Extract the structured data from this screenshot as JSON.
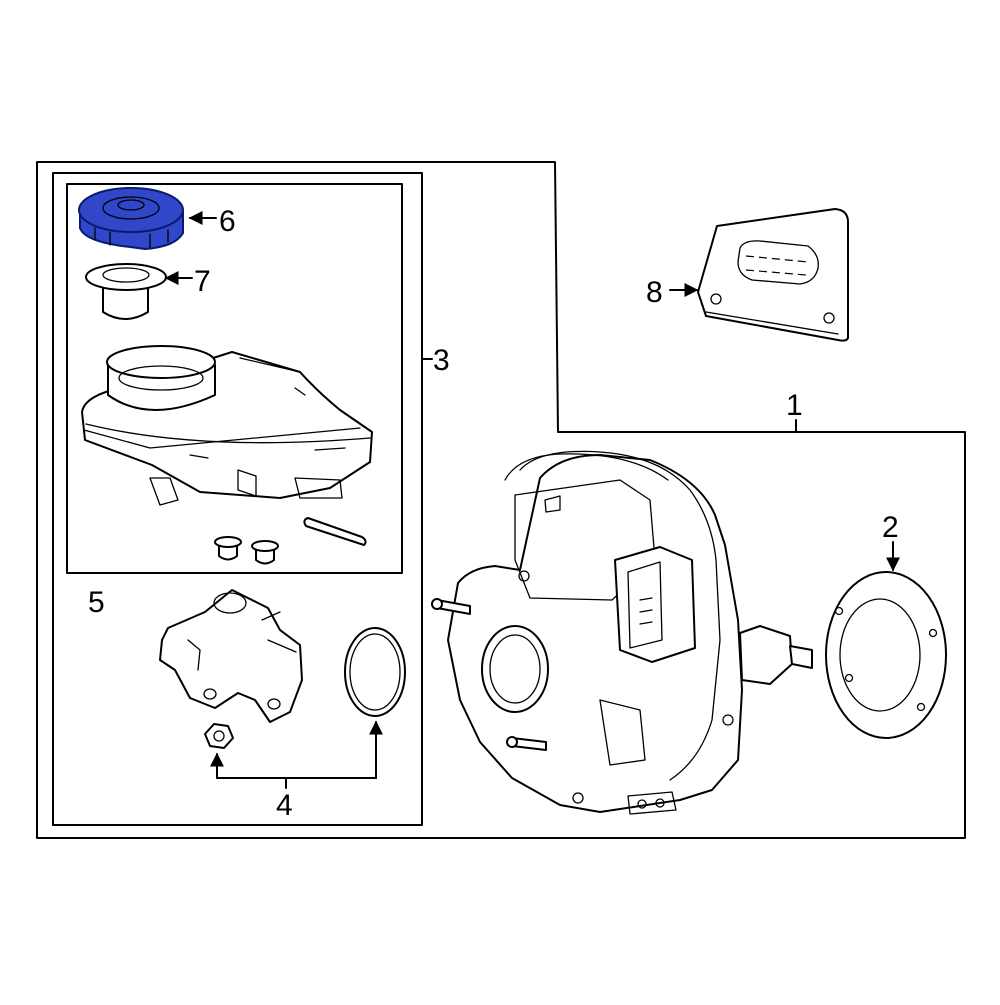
{
  "callouts": {
    "c1": "1",
    "c2": "2",
    "c3": "3",
    "c4": "4",
    "c5": "5",
    "c6": "6",
    "c7": "7",
    "c8": "8"
  },
  "colors": {
    "highlight_fill": "#2f47c8",
    "highlight_stroke": "#0a1a6e",
    "line": "#000000",
    "background": "#ffffff"
  },
  "highlighted_part": "6"
}
